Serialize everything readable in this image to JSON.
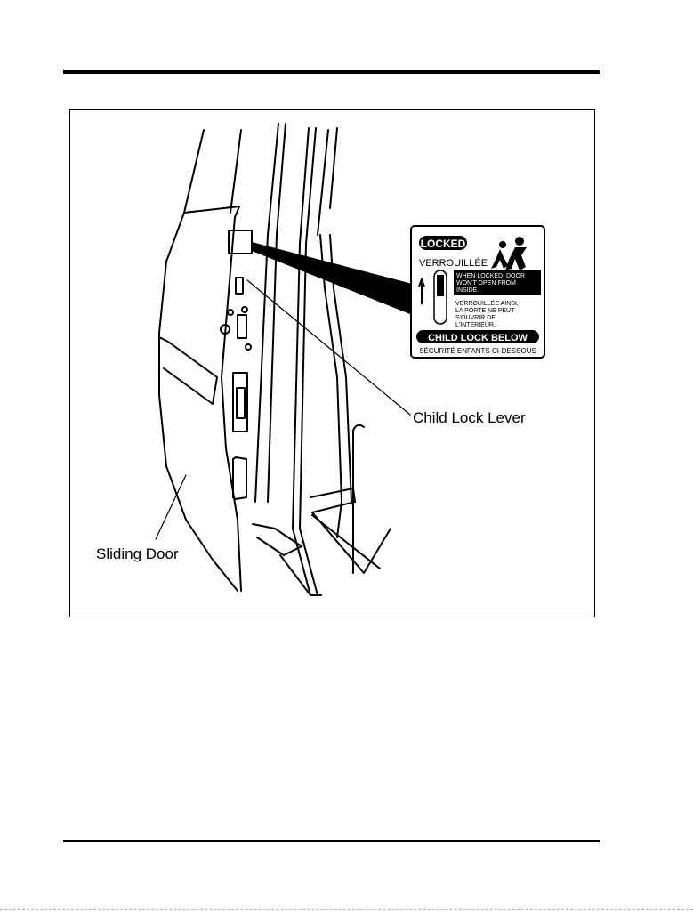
{
  "figure": {
    "callouts": {
      "child_lock_lever": "Child Lock Lever",
      "sliding_door": "Sliding Door"
    },
    "label": {
      "locked": "LOCKED",
      "verrouillee": "VERROUILLÉE",
      "warning_en": [
        "WHEN LOCKED, DOOR",
        "WON'T OPEN FROM",
        "INSIDE."
      ],
      "warning_fr": [
        "VERROUILLÉE AINSI,",
        "LA PORTE NE PEUT",
        "S'OUVRIR DE",
        "L'INTERIEUR."
      ],
      "child_lock_below": "CHILD LOCK BELOW",
      "securite": "SÉCURITÉ ENFANTS CI-DESSOUS"
    }
  }
}
